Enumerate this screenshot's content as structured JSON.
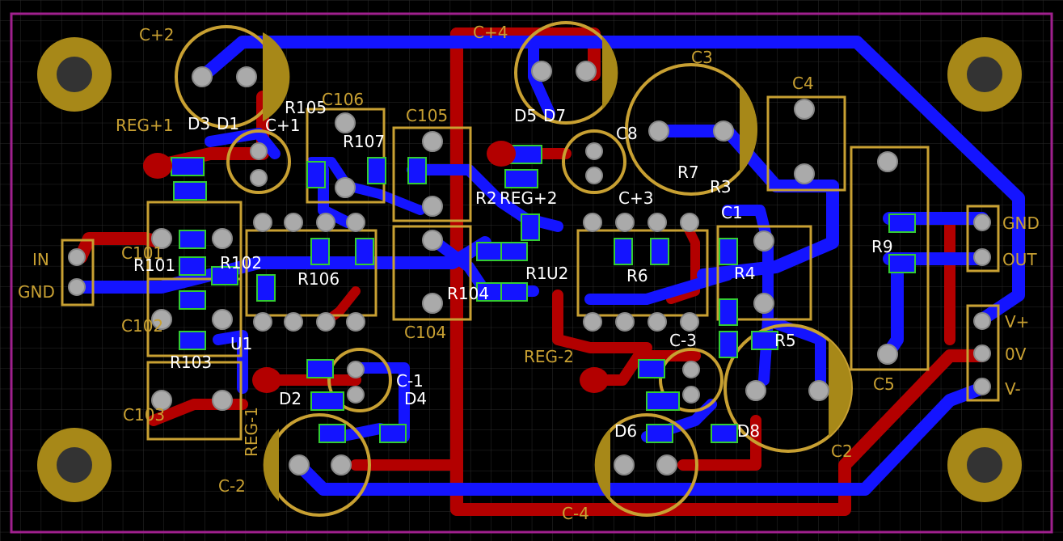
{
  "board": {
    "background": "#000000",
    "outline_color": "#a0208e",
    "grid_color": "#2a2a2a",
    "top_copper_color": "#b30000",
    "bottom_copper_color": "#1414ff",
    "silkscreen_color": "#c8a032",
    "pad_color": "#aaaaaa",
    "hole_color": "#555555",
    "green_outline_color": "#33cc33"
  },
  "labels": {
    "c_plus_2": "C+2",
    "c_plus_4": "C+4",
    "c3": "C3",
    "c4": "C4",
    "reg_plus_1": "REG+1",
    "d3": "D3",
    "d1": "D1",
    "c_plus_1": "C+1",
    "r105": "R105",
    "c106": "C106",
    "r107": "R107",
    "c105": "C105",
    "d7": "D7",
    "d5": "D5",
    "c8": "C8",
    "r7": "R7",
    "r3": "R3",
    "reg_plus_2": "REG+2",
    "r2": "R2",
    "c_plus_3": "C+3",
    "c1": "C1",
    "r9": "R9",
    "c101": "C101",
    "r101": "R101",
    "r102": "R102",
    "r106": "R106",
    "r104": "R104",
    "r1": "R1",
    "u2": "U2",
    "r6": "R6",
    "r4": "R4",
    "in": "IN",
    "gnd": "GND",
    "gnd_out": "GND",
    "out": "OUT",
    "c102": "C102",
    "r103": "R103",
    "u1": "U1",
    "c104": "C104",
    "reg_minus_2": "REG-2",
    "c_minus_3": "C-3",
    "r5": "R5",
    "c5": "C5",
    "v_plus": "V+",
    "zero_v": "0V",
    "v_minus": "V-",
    "c103": "C103",
    "reg_minus_1": "REG-1",
    "d2": "D2",
    "d4": "D4",
    "c_minus_1": "C-1",
    "d6": "D6",
    "d8": "D8",
    "c2": "C2",
    "c_minus_2": "C-2",
    "c_minus_4": "C-4"
  }
}
